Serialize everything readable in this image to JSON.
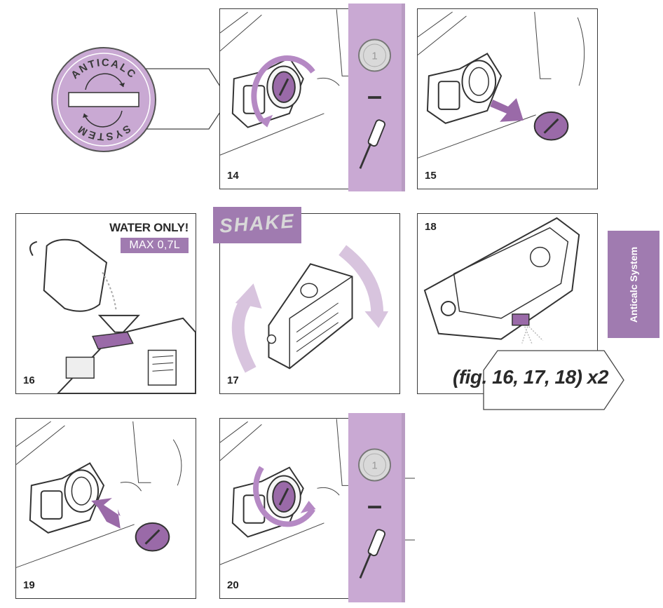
{
  "logo": {
    "top_text": "ANTICALC",
    "bottom_text": "SYSTEM",
    "color": "#c9a9d3"
  },
  "panels": {
    "p14": {
      "number": "14"
    },
    "p15": {
      "number": "15"
    },
    "p16": {
      "number": "16",
      "warning": "WATER ONLY!",
      "capacity": "MAX 0,7L"
    },
    "p17": {
      "number": "17",
      "shake_label": "SHAKE"
    },
    "p18": {
      "number": "18"
    },
    "p19": {
      "number": "19"
    },
    "p20": {
      "number": "20"
    }
  },
  "repeat_note": "(fig. 16, 17, 18) x2",
  "side_tab": {
    "label": "Anticalc System"
  },
  "icons": [
    "coin-icon",
    "minus-sign-icon",
    "screwdriver-icon"
  ],
  "colors": {
    "accent": "#a07bb0",
    "light_accent": "#c9a9d3",
    "line": "#3a3a3a"
  }
}
